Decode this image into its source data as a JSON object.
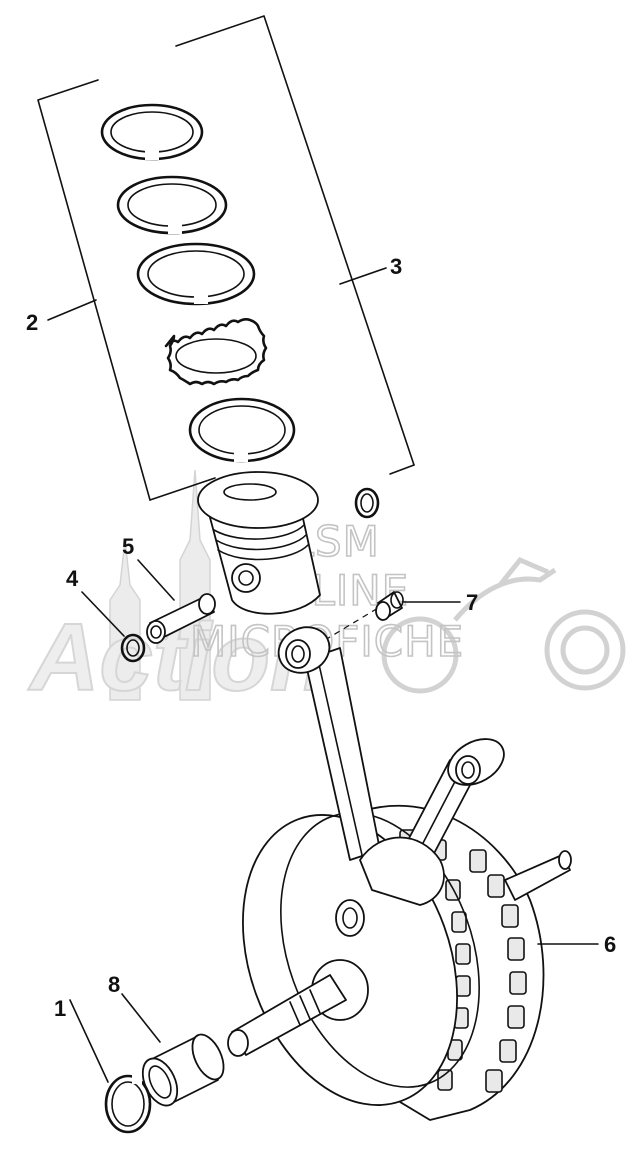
{
  "watermark": {
    "line1": "HLSM",
    "line2": "ONLINE",
    "line3": "MICROFICHE",
    "brand": "Action"
  },
  "callouts": [
    {
      "id": "1",
      "text": "1"
    },
    {
      "id": "2",
      "text": "2"
    },
    {
      "id": "3",
      "text": "3"
    },
    {
      "id": "4",
      "text": "4"
    },
    {
      "id": "5",
      "text": "5"
    },
    {
      "id": "6",
      "text": "6"
    },
    {
      "id": "7",
      "text": "7"
    },
    {
      "id": "8",
      "text": "8"
    }
  ]
}
